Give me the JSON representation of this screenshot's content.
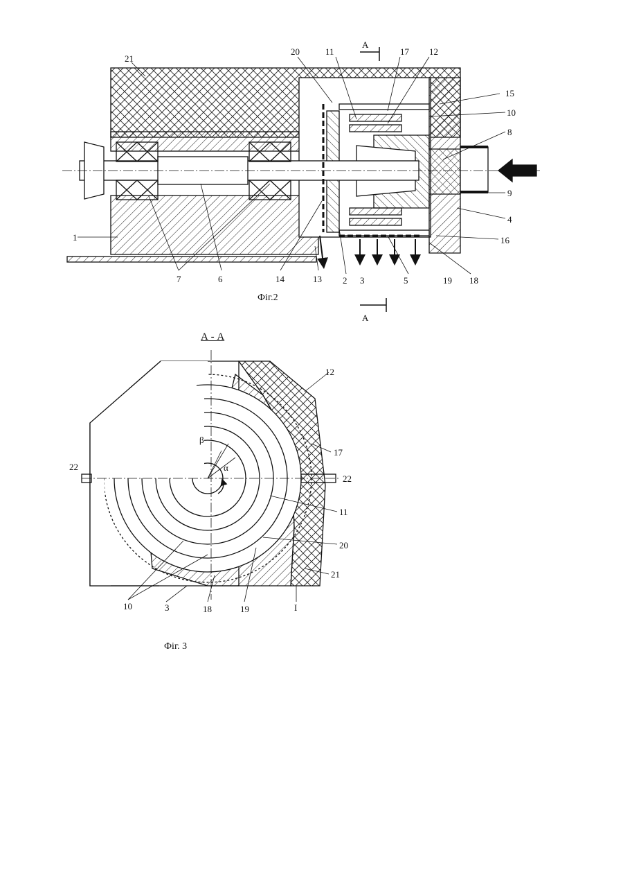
{
  "figure2": {
    "caption": "Фіг.2",
    "section_mark": "A",
    "labels": [
      "21",
      "20",
      "11",
      "17",
      "12",
      "15",
      "10",
      "8",
      "9",
      "4",
      "16",
      "18",
      "19",
      "5",
      "3",
      "2",
      "13",
      "14",
      "6",
      "7",
      "1"
    ]
  },
  "figure3": {
    "caption": "Фіг. 3",
    "section_title": "А - А",
    "labels": [
      "12",
      "17",
      "22",
      "22",
      "11",
      "20",
      "21",
      "10",
      "3",
      "18",
      "19",
      "I"
    ],
    "angle_alpha": "α",
    "angle_beta": "β"
  },
  "colors": {
    "ink": "#111111",
    "paper": "#ffffff"
  }
}
